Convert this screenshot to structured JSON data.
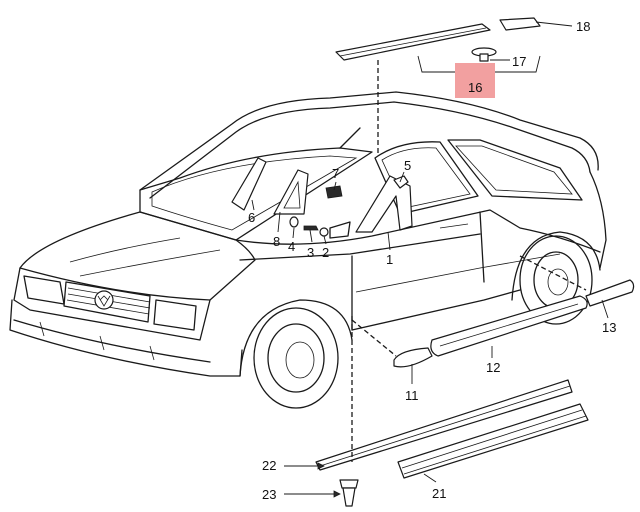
{
  "callouts": [
    {
      "id": "c1",
      "label": "1"
    },
    {
      "id": "c2",
      "label": "2"
    },
    {
      "id": "c3",
      "label": "3"
    },
    {
      "id": "c4",
      "label": "4"
    },
    {
      "id": "c5",
      "label": "5"
    },
    {
      "id": "c6",
      "label": "6"
    },
    {
      "id": "c7",
      "label": "7"
    },
    {
      "id": "c8",
      "label": "8"
    },
    {
      "id": "c11",
      "label": "11"
    },
    {
      "id": "c12",
      "label": "12"
    },
    {
      "id": "c13",
      "label": "13"
    },
    {
      "id": "c16",
      "label": "16",
      "highlighted": true
    },
    {
      "id": "c17",
      "label": "17"
    },
    {
      "id": "c18",
      "label": "18"
    },
    {
      "id": "c21",
      "label": "21"
    },
    {
      "id": "c22",
      "label": "22"
    },
    {
      "id": "c23",
      "label": "23"
    }
  ],
  "colors": {
    "highlight": "#f2a0a0",
    "ink": "#1a1a1a",
    "background": "#ffffff"
  }
}
